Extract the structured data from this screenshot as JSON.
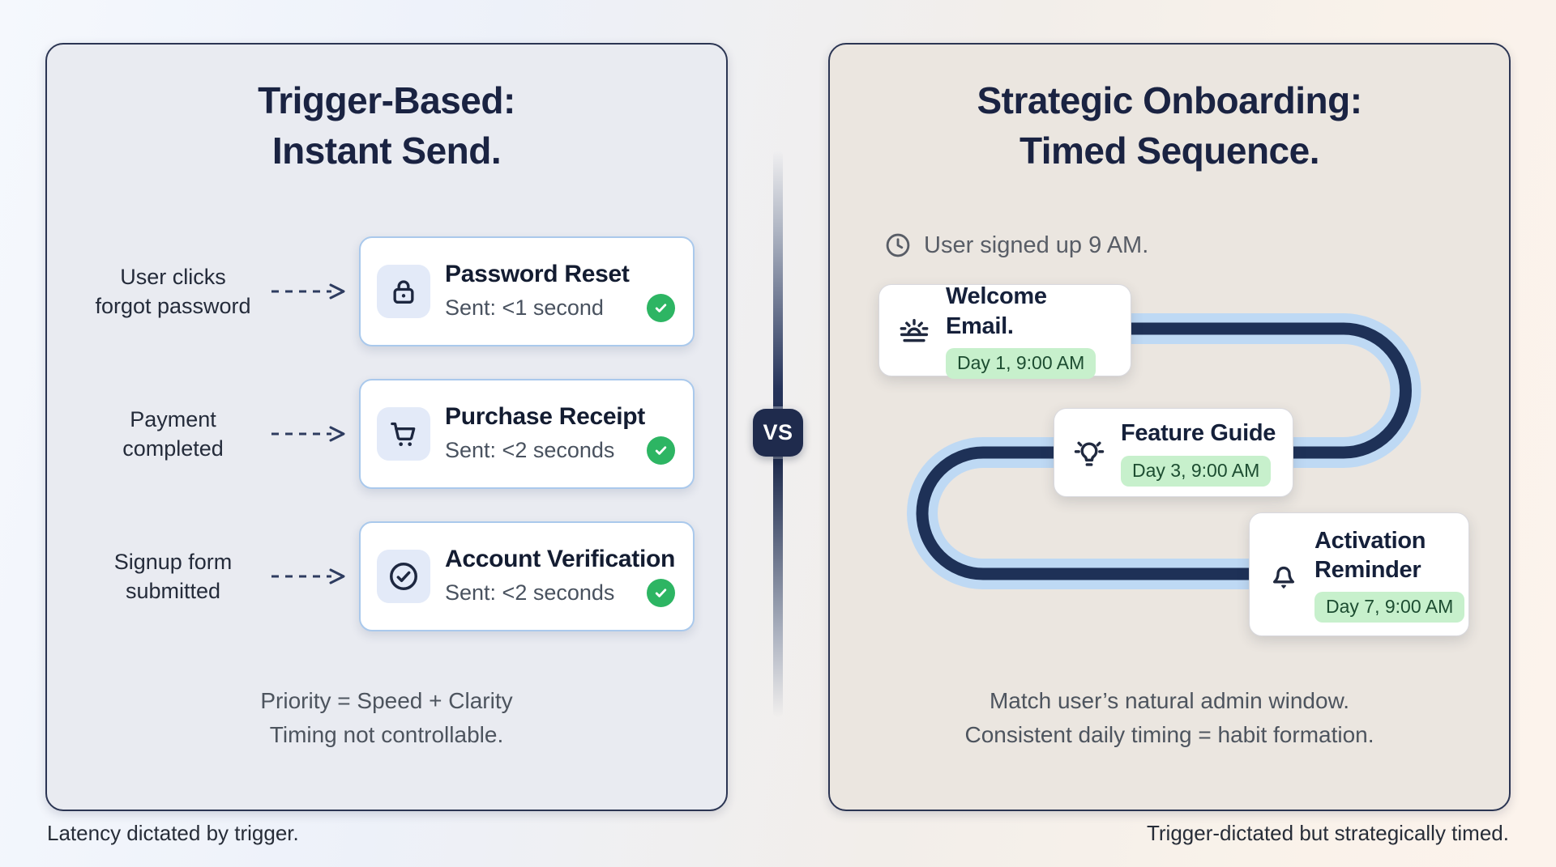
{
  "left_panel": {
    "title_line1": "Trigger-Based:",
    "title_line2": "Instant Send.",
    "rows": [
      {
        "trigger_line1": "User clicks",
        "trigger_line2": "forgot password",
        "card_title": "Password Reset",
        "card_status": "Sent: <1 second",
        "icon": "lock-icon"
      },
      {
        "trigger_line1": "Payment",
        "trigger_line2": "completed",
        "card_title": "Purchase Receipt",
        "card_status": "Sent: <2 seconds",
        "icon": "shopping-cart-icon"
      },
      {
        "trigger_line1": "Signup form",
        "trigger_line2": "submitted",
        "card_title": "Account Verification",
        "card_status": "Sent: <2 seconds",
        "icon": "check-circle-icon"
      }
    ],
    "summary_line1": "Priority = Speed + Clarity",
    "summary_line2": "Timing not controllable.",
    "footer": "Latency dictated by trigger."
  },
  "divider": {
    "vs_label": "VS"
  },
  "right_panel": {
    "title_line1": "Strategic Onboarding:",
    "title_line2": "Timed Sequence.",
    "signup_note": "User signed up 9 AM.",
    "steps": [
      {
        "title": "Welcome Email.",
        "badge": "Day 1, 9:00 AM",
        "icon": "sunrise-icon"
      },
      {
        "title": "Feature Guide",
        "badge": "Day 3, 9:00 AM",
        "icon": "lightbulb-icon"
      },
      {
        "title": "Activation Reminder",
        "badge": "Day 7, 9:00 AM",
        "icon": "bell-icon"
      }
    ],
    "summary_line1": "Match user’s natural admin window.",
    "summary_line2": "Consistent daily timing = habit formation.",
    "footer": "Trigger-dictated but strategically timed."
  },
  "colors": {
    "navy_title": "#1a2342",
    "panel_left_bg": "#e9ebf1",
    "panel_right_bg": "#ebe6e0",
    "card_border_blue": "#aac9ec",
    "check_green": "#2db563",
    "pill_bg": "#c7f0cc",
    "pill_text": "#1d4d31",
    "path_light_blue": "#bed9f4",
    "path_navy": "#1e3157",
    "vs_badge_bg": "#1f2b4d"
  }
}
